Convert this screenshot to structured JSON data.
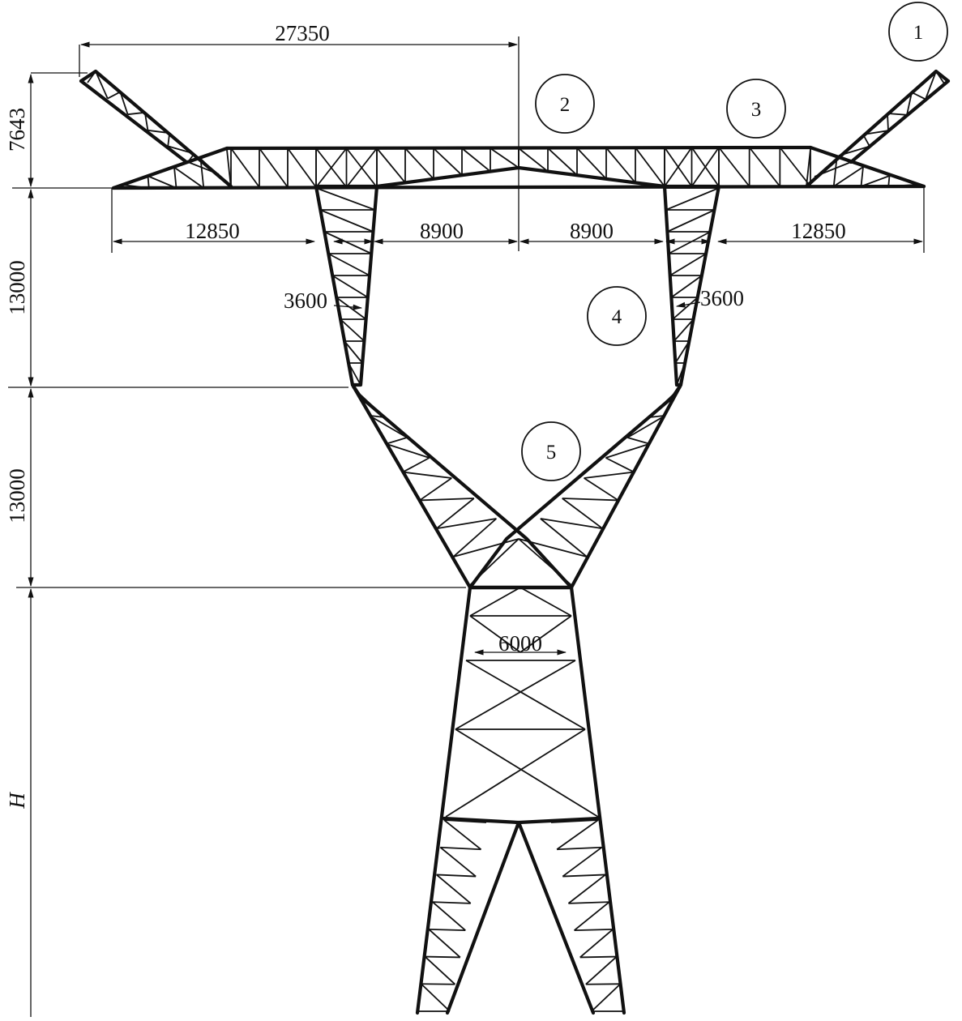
{
  "colors": {
    "ink": "#111111",
    "background": "#ffffff"
  },
  "dimensions": {
    "top_left_span": "27350",
    "outer_left": "12850",
    "inner_left": "8900",
    "inner_right": "8900",
    "outer_right": "12850",
    "leg_width_left": "3600",
    "leg_width_right": "3600",
    "waist_width": "6000",
    "height_top": "7643",
    "height_upper": "13000",
    "height_middle": "13000",
    "height_body": "H"
  },
  "part_markers": [
    "1",
    "2",
    "3",
    "4",
    "5"
  ]
}
